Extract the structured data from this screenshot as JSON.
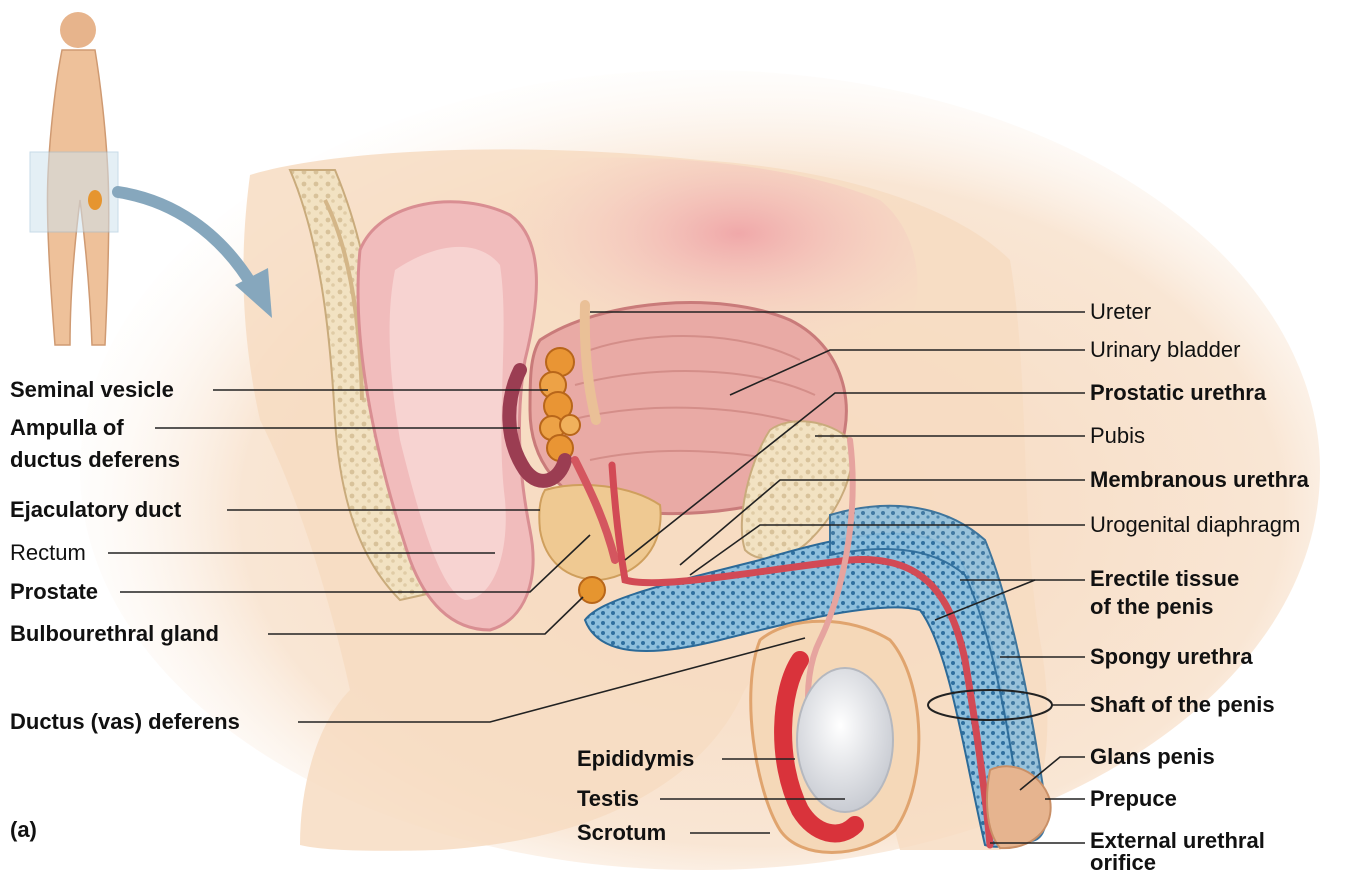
{
  "panel_letter": "(a)",
  "labels": {
    "seminal_vesicle": "Seminal vesicle",
    "ampulla_line1": "Ampulla of",
    "ampulla_line2": "ductus deferens",
    "ejaculatory_duct": "Ejaculatory duct",
    "rectum": "Rectum",
    "prostate": "Prostate",
    "bulbourethral_gland": "Bulbourethral gland",
    "ductus_deferens": "Ductus (vas) deferens",
    "epididymis": "Epididymis",
    "testis": "Testis",
    "scrotum": "Scrotum",
    "ureter": "Ureter",
    "urinary_bladder": "Urinary bladder",
    "prostatic_urethra": "Prostatic urethra",
    "pubis": "Pubis",
    "membranous_urethra": "Membranous urethra",
    "urogenital_diaphragm": "Urogenital diaphragm",
    "erectile_line1": "Erectile tissue",
    "erectile_line2": "of the penis",
    "spongy_urethra": "Spongy urethra",
    "shaft": "Shaft of the penis",
    "glans": "Glans penis",
    "prepuce": "Prepuce",
    "external_line1": "External urethral",
    "external_line2": "orifice"
  },
  "colors": {
    "skin": "#f6dcc0",
    "skin_dark": "#ecc39c",
    "pink_cavity": "#f2b7b6",
    "bladder": "#e6a5a0",
    "seminal": "#e7962f",
    "erectile": "#5d9fc8",
    "urethra": "#d24a55",
    "testis": "#e8eaee",
    "epididymis": "#d9333b",
    "bone": "#f3e4c6",
    "leader": "#222222"
  }
}
